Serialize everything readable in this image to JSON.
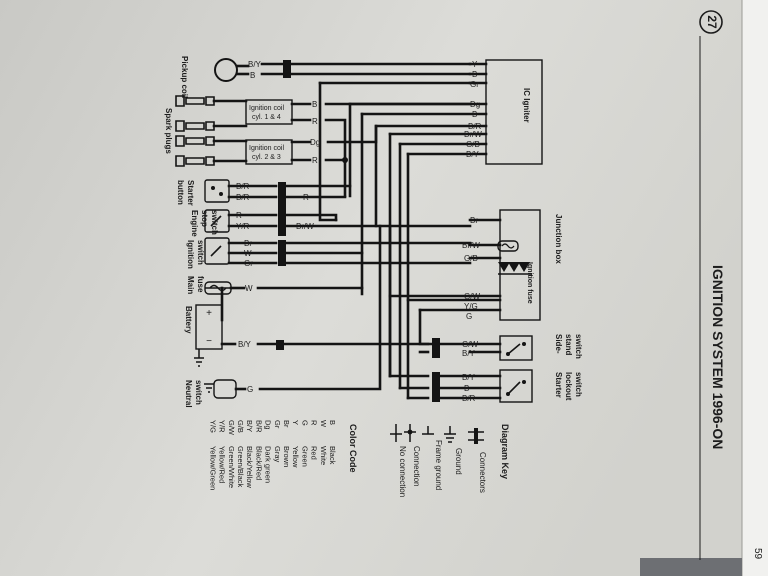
{
  "page": {
    "number": "27",
    "side_number": "59",
    "title": "IGNITION SYSTEM 1996-ON"
  },
  "components": {
    "pickup_coil": "Pickup coil",
    "ignition_coil_14": [
      "Ignition coil",
      "cyl. 1 & 4"
    ],
    "ignition_coil_23": [
      "Ignition coil",
      "cyl. 2 & 3"
    ],
    "spark_plugs": "Spark plugs",
    "starter_button": [
      "Starter",
      "button"
    ],
    "engine_stop_switch": [
      "Engine",
      "stop",
      "switch"
    ],
    "ignition_switch": [
      "Ignition",
      "switch"
    ],
    "main_fuse": [
      "Main",
      "fuse"
    ],
    "battery": "Battery",
    "neutral_switch": [
      "Neutral",
      "switch"
    ],
    "ic_igniter": "IC Igniter",
    "junction_box": "Junction box",
    "ignition_fuse": "Ignition fuse",
    "side_stand_switch": [
      "Side-",
      "stand",
      "switch"
    ],
    "starter_lockout_switch": [
      "Starter",
      "lockout",
      "switch"
    ]
  },
  "wires": {
    "pickup": [
      "B/Y",
      "B"
    ],
    "coil14": [
      "B",
      "R"
    ],
    "coil23": [
      "Dg",
      "R"
    ],
    "starter": [
      "B/R",
      "B/R",
      "R"
    ],
    "engine_stop": [
      "R",
      "Y/R",
      "Br/W"
    ],
    "ign_switch": [
      "Br",
      "W",
      "Gr"
    ],
    "main_fuse": "W",
    "battery": "B/Y",
    "neutral": "G",
    "igniter_in": [
      "Y",
      "B",
      "Gr",
      "Dg",
      "B",
      "B/R",
      "Br/W",
      "G/B",
      "B/Y"
    ],
    "junction_in": [
      "Br",
      "Br/W",
      "G/B",
      "G/W",
      "Y/G",
      "G"
    ],
    "side_stand": [
      "G/W",
      "B/Y"
    ],
    "starter_lockout": [
      "B/Y",
      "B",
      "B/R"
    ]
  },
  "key": {
    "title": "Diagram Key",
    "items": [
      "Connectors",
      "Ground",
      "Frame ground",
      "Connection",
      "No connection"
    ]
  },
  "color_code": {
    "title": "Color Code",
    "entries": [
      [
        "B",
        "Black"
      ],
      [
        "W",
        "White"
      ],
      [
        "R",
        "Red"
      ],
      [
        "G",
        "Green"
      ],
      [
        "Y",
        "Yellow"
      ],
      [
        "Br",
        "Brown"
      ],
      [
        "Gr",
        "Gray"
      ],
      [
        "Dg",
        "Dark green"
      ],
      [
        "B/R",
        "Black/Red"
      ],
      [
        "B/Y",
        "Black/Yellow"
      ],
      [
        "G/B",
        "Green/Black"
      ],
      [
        "G/W",
        "Green/White"
      ],
      [
        "Y/R",
        "Yellow/Red"
      ],
      [
        "Y/G",
        "Yellow/Green"
      ]
    ]
  },
  "colors": {
    "paper": "#d7d7d2",
    "ink": "#141414",
    "background": "#3e4146"
  }
}
